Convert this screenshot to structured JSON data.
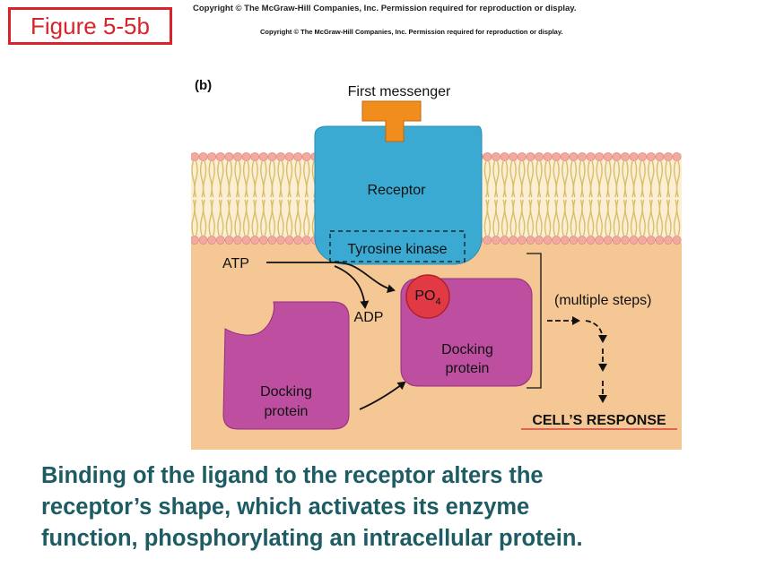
{
  "figure_label": "Figure 5-5b",
  "copyright": "Copyright © The McGraw-Hill Companies, Inc. Permission required for reproduction or display.",
  "panel_label": "(b)",
  "labels": {
    "first_messenger": "First messenger",
    "receptor": "Receptor",
    "tyrosine_kinase": "Tyrosine kinase",
    "atp": "ATP",
    "adp": "ADP",
    "po": "PO",
    "po_sub": "4",
    "multiple_steps": "(multiple steps)",
    "docking_line1": "Docking",
    "docking_line2": "protein",
    "cells_response": "CELL’S RESPONSE"
  },
  "caption": [
    "Binding of the ligand to the receptor alters the",
    "receptor’s shape, which activates its enzyme",
    "function, phosphorylating an intracellular protein."
  ],
  "colors": {
    "cytoplasm": "#f5c794",
    "lipid_head": "#f4a9a0",
    "lipid_tail": "#d8bf6a",
    "receptor": "#3aaad3",
    "ligand": "#f08d1d",
    "docking": "#bd4ea0",
    "phosphate": "#e23a44",
    "response": "#d42a2a",
    "caption": "#1d5c63",
    "figure_label": "#d8232a"
  }
}
